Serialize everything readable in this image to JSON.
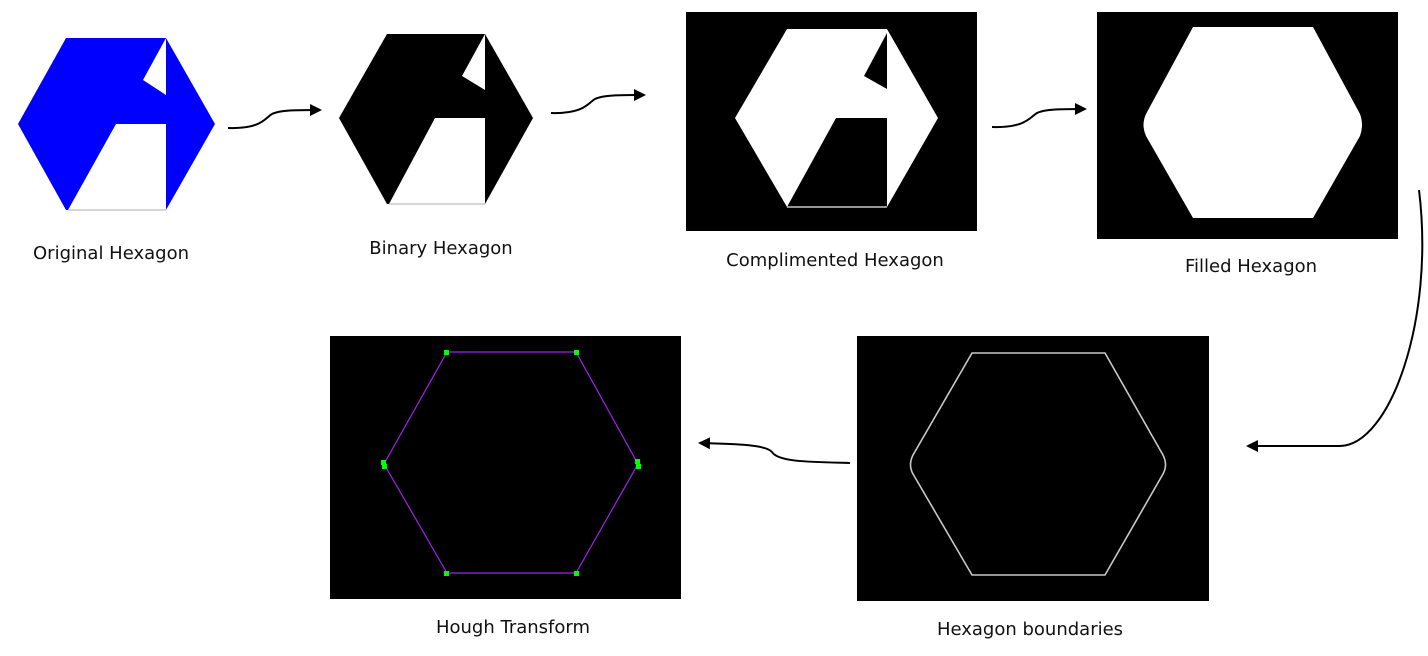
{
  "steps": [
    {
      "id": "original",
      "label": "Original Hexagon"
    },
    {
      "id": "binary",
      "label": "Binary Hexagon"
    },
    {
      "id": "complimented",
      "label": "Complimented Hexagon"
    },
    {
      "id": "filled",
      "label": "Filled Hexagon"
    },
    {
      "id": "boundaries",
      "label": "Hexagon boundaries"
    },
    {
      "id": "hough",
      "label": "Hough Transform"
    }
  ],
  "colors": {
    "shape_fill": "#0000ff",
    "panel_bg": "#000000",
    "foreground": "#ffffff",
    "boundary": "#c8c8c8",
    "hough_line": "#a020f0",
    "hough_vertex": "#00ff00",
    "arrow": "#000000"
  }
}
